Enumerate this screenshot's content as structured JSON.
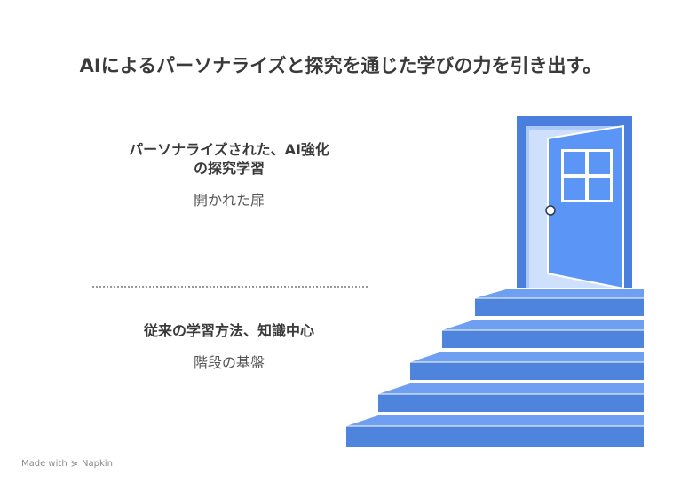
{
  "title": "AIによるパーソナライズと探究を通じた学びの力を引き出す。",
  "top": {
    "heading_line1": "パーソナライズされた、AI強化",
    "heading_line2": "の探究学習",
    "subtitle": "開かれた扉"
  },
  "bottom": {
    "heading": "従来の学習方法、知識中心",
    "subtitle": "階段の基盤"
  },
  "footer": {
    "made_with": "Made with",
    "brand": "Napkin",
    "logo_icon": "napkin-logo-icon"
  },
  "colors": {
    "door": "#5b95f5",
    "frame": "#4a7fe0",
    "stairs": "#4e84dc",
    "text": "#3a3a3a"
  }
}
